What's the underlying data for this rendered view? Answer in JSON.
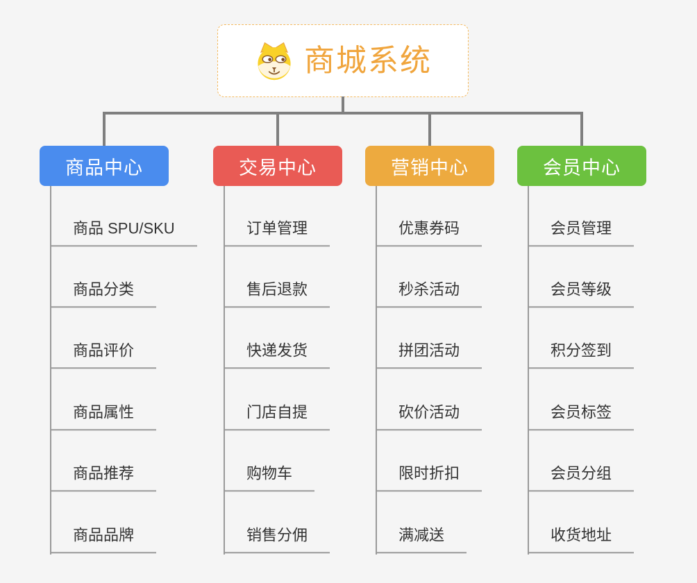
{
  "theme": {
    "background": "#f5f5f5",
    "connector_color": "#7f7f7f",
    "underline_color": "#999999",
    "item_text_color": "#333333",
    "root_text_color": "#f0a53d",
    "root_border_color": "#f3b95f"
  },
  "root": {
    "title": "商城系统",
    "icon": "dog-face-icon"
  },
  "branches": [
    {
      "label": "商品中心",
      "color": "#4a8cee",
      "children": [
        "商品 SPU/SKU",
        "商品分类",
        "商品评价",
        "商品属性",
        "商品推荐",
        "商品品牌"
      ]
    },
    {
      "label": "交易中心",
      "color": "#e95b55",
      "children": [
        "订单管理",
        "售后退款",
        "快递发货",
        "门店自提",
        "购物车",
        "销售分佣"
      ]
    },
    {
      "label": "营销中心",
      "color": "#edaa3f",
      "children": [
        "优惠券码",
        "秒杀活动",
        "拼团活动",
        "砍价活动",
        "限时折扣",
        "满减送"
      ]
    },
    {
      "label": "会员中心",
      "color": "#6cc13f",
      "children": [
        "会员管理",
        "会员等级",
        "积分签到",
        "会员标签",
        "会员分组",
        "收货地址"
      ]
    }
  ]
}
